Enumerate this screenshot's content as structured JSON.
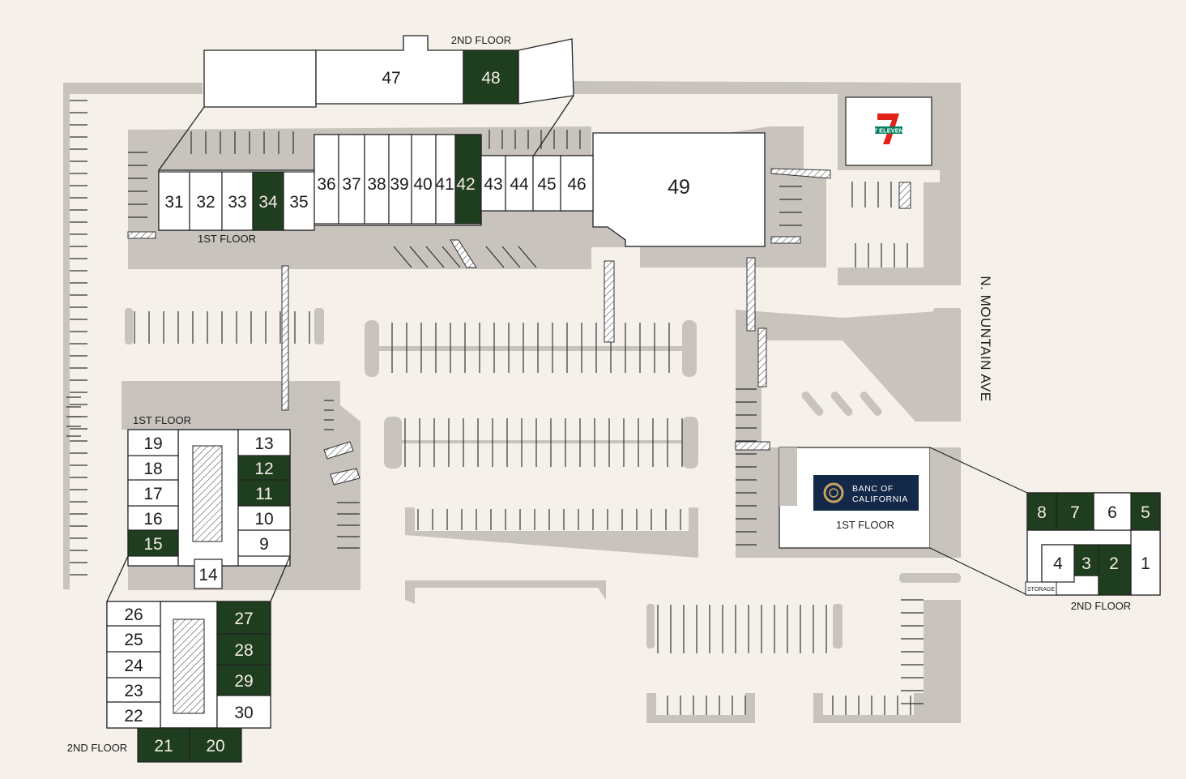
{
  "colors": {
    "background": "#f6f0ea",
    "pavement": "#c8c3bd",
    "unit_available": "#ffffff",
    "unit_leased": "#1f3d1f",
    "outline": "#222222",
    "bank_navy": "#14284a",
    "bank_gold": "#c9a45a",
    "seven_red": "#e2231a",
    "seven_orange": "#f47721",
    "seven_green": "#008060"
  },
  "street": {
    "name": "N. MOUNTAIN AVE"
  },
  "floor_labels": {
    "top_second": "2ND FLOOR",
    "top_first": "1ST FLOOR",
    "west_first": "1ST FLOOR",
    "west_second": "2ND FLOOR",
    "bank_first": "1ST FLOOR",
    "east_second": "2ND FLOOR"
  },
  "storage_label": "STORAGE",
  "bank": {
    "name_line1": "BANC OF",
    "name_line2": "CALIFORNIA",
    "icon": "bank-logo-icon"
  },
  "anchor": {
    "name": "7 ELEVEN",
    "icon": "seven-eleven-logo-icon"
  },
  "units": {
    "u1": {
      "number": "1",
      "status": "available"
    },
    "u2": {
      "number": "2",
      "status": "leased"
    },
    "u3": {
      "number": "3",
      "status": "leased"
    },
    "u4": {
      "number": "4",
      "status": "available"
    },
    "u5": {
      "number": "5",
      "status": "leased"
    },
    "u6": {
      "number": "6",
      "status": "available"
    },
    "u7": {
      "number": "7",
      "status": "leased"
    },
    "u8": {
      "number": "8",
      "status": "leased"
    },
    "u9": {
      "number": "9",
      "status": "available"
    },
    "u10": {
      "number": "10",
      "status": "available"
    },
    "u11": {
      "number": "11",
      "status": "leased"
    },
    "u12": {
      "number": "12",
      "status": "leased"
    },
    "u13": {
      "number": "13",
      "status": "available"
    },
    "u14": {
      "number": "14",
      "status": "available"
    },
    "u15": {
      "number": "15",
      "status": "leased"
    },
    "u16": {
      "number": "16",
      "status": "available"
    },
    "u17": {
      "number": "17",
      "status": "available"
    },
    "u18": {
      "number": "18",
      "status": "available"
    },
    "u19": {
      "number": "19",
      "status": "available"
    },
    "u20": {
      "number": "20",
      "status": "leased"
    },
    "u21": {
      "number": "21",
      "status": "leased"
    },
    "u22": {
      "number": "22",
      "status": "available"
    },
    "u23": {
      "number": "23",
      "status": "available"
    },
    "u24": {
      "number": "24",
      "status": "available"
    },
    "u25": {
      "number": "25",
      "status": "available"
    },
    "u26": {
      "number": "26",
      "status": "available"
    },
    "u27": {
      "number": "27",
      "status": "leased"
    },
    "u28": {
      "number": "28",
      "status": "leased"
    },
    "u29": {
      "number": "29",
      "status": "leased"
    },
    "u30": {
      "number": "30",
      "status": "available"
    },
    "u31": {
      "number": "31",
      "status": "available"
    },
    "u32": {
      "number": "32",
      "status": "available"
    },
    "u33": {
      "number": "33",
      "status": "available"
    },
    "u34": {
      "number": "34",
      "status": "leased"
    },
    "u35": {
      "number": "35",
      "status": "available"
    },
    "u36": {
      "number": "36",
      "status": "available"
    },
    "u37": {
      "number": "37",
      "status": "available"
    },
    "u38": {
      "number": "38",
      "status": "available"
    },
    "u39": {
      "number": "39",
      "status": "available"
    },
    "u40": {
      "number": "40",
      "status": "available"
    },
    "u41": {
      "number": "41",
      "status": "available"
    },
    "u42": {
      "number": "42",
      "status": "leased"
    },
    "u43": {
      "number": "43",
      "status": "available"
    },
    "u44": {
      "number": "44",
      "status": "available"
    },
    "u45": {
      "number": "45",
      "status": "available"
    },
    "u46": {
      "number": "46",
      "status": "available"
    },
    "u47": {
      "number": "47",
      "status": "available"
    },
    "u48": {
      "number": "48",
      "status": "leased"
    },
    "u49": {
      "number": "49",
      "status": "available"
    }
  }
}
